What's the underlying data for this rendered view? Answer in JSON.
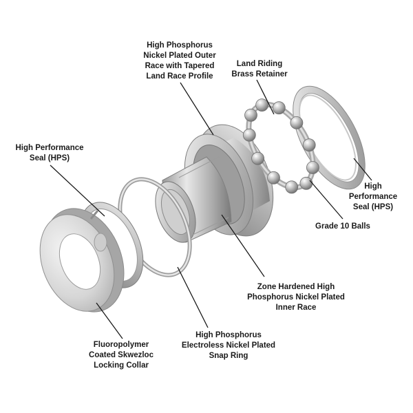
{
  "labels": {
    "outer_race": [
      "High Phosphorus",
      "Nickel Plated Outer",
      "Race with Tapered",
      "Land Race Profile"
    ],
    "retainer": [
      "Land Riding",
      "Brass Retainer"
    ],
    "seal_left": [
      "High Performance",
      "Seal (HPS)"
    ],
    "seal_right": [
      "High",
      "Performance",
      "Seal (HPS)"
    ],
    "balls": [
      "Grade 10 Balls"
    ],
    "inner_race": [
      "Zone Hardened High",
      "Phosphorus Nickel Plated",
      "Inner Race"
    ],
    "snap_ring": [
      "High Phosphorus",
      "Electroless Nickel Plated",
      "Snap Ring"
    ],
    "collar": [
      "Fluoropolymer",
      "Coated Skwezloc",
      "Locking Collar"
    ]
  },
  "colors": {
    "text": "#1a1a1a",
    "leader": "#1a1a1a",
    "metal_light": "#e4e4e4",
    "metal_mid": "#b8b8b8",
    "metal_dark": "#8a8a8a"
  }
}
